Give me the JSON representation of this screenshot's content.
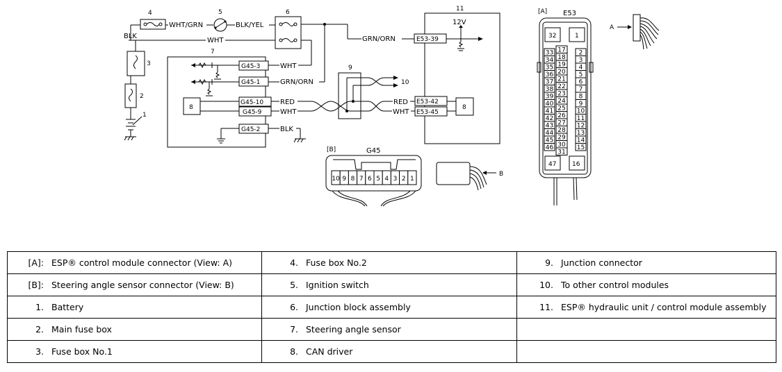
{
  "diagram": {
    "components": {
      "c1": "1",
      "c2": "2",
      "c3": "3",
      "c4": "4",
      "c5": "5",
      "c6": "6",
      "c7": "7",
      "c8a": "8",
      "c8b": "8",
      "c9": "9",
      "c10": "10",
      "c11": "11"
    },
    "wires": {
      "blk": "BLK",
      "wht_grn": "WHT/GRN",
      "blk_yel": "BLK/YEL",
      "wht_top": "WHT",
      "grn_orn_top": "GRN/ORN",
      "wht_g45_3": "WHT",
      "grn_orn_g45_1": "GRN/ORN",
      "red_left": "RED",
      "wht_left": "WHT",
      "blk_ground": "BLK",
      "red_right": "RED",
      "wht_right": "WHT"
    },
    "voltage": "12V",
    "terminals": {
      "e53_39": "E53-39",
      "e53_42": "E53-42",
      "e53_45": "E53-45",
      "g45_3": "G45-3",
      "g45_1": "G45-1",
      "g45_10": "G45-10",
      "g45_9": "G45-9",
      "g45_2": "G45-2"
    },
    "connector_a": {
      "bracket_label": "[A]",
      "name": "E53",
      "view_label": "A",
      "pin_top_left": "32",
      "pin_top_right": "1",
      "pin_bottom_left": "47",
      "pin_bottom_right": "16",
      "col1": [
        "33",
        "34",
        "35",
        "36",
        "37",
        "38",
        "39",
        "40",
        "41",
        "42",
        "43",
        "44",
        "45",
        "46"
      ],
      "col2": [
        "17",
        "18",
        "19",
        "20",
        "21",
        "22",
        "23",
        "24",
        "25",
        "26",
        "27",
        "28",
        "29",
        "30",
        "31"
      ],
      "col3": [
        "2",
        "3",
        "4",
        "5",
        "6",
        "7",
        "8",
        "9",
        "10",
        "11",
        "12",
        "13",
        "14",
        "15"
      ]
    },
    "connector_b": {
      "bracket_label": "[B]",
      "name": "G45",
      "view_label": "B",
      "pins": [
        "10",
        "9",
        "8",
        "7",
        "6",
        "5",
        "4",
        "3",
        "2",
        "1"
      ]
    }
  },
  "legend": {
    "rows": [
      [
        {
          "num": "[A]:",
          "text": "ESP® control module connector (View: A)"
        },
        {
          "num": "4.",
          "text": "Fuse box No.2"
        },
        {
          "num": "9.",
          "text": "Junction connector"
        }
      ],
      [
        {
          "num": "[B]:",
          "text": "Steering angle sensor connector (View: B)"
        },
        {
          "num": "5.",
          "text": "Ignition switch"
        },
        {
          "num": "10.",
          "text": "To other control modules"
        }
      ],
      [
        {
          "num": "1.",
          "text": "Battery"
        },
        {
          "num": "6.",
          "text": "Junction block assembly"
        },
        {
          "num": "11.",
          "text": "ESP® hydraulic unit / control module assembly"
        }
      ],
      [
        {
          "num": "2.",
          "text": "Main fuse box"
        },
        {
          "num": "7.",
          "text": "Steering angle sensor"
        },
        {
          "num": "",
          "text": ""
        }
      ],
      [
        {
          "num": "3.",
          "text": "Fuse box No.1"
        },
        {
          "num": "8.",
          "text": "CAN driver"
        },
        {
          "num": "",
          "text": ""
        }
      ]
    ]
  }
}
